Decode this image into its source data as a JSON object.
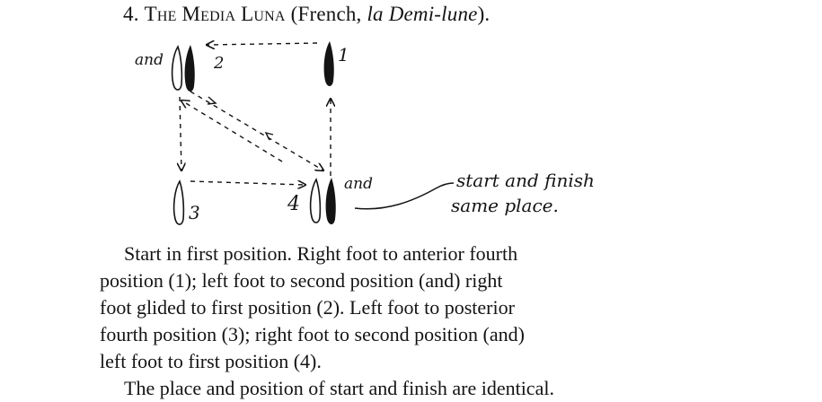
{
  "heading": {
    "number": "4.",
    "title_sc": "The Media Luna",
    "paren_open": "(French, ",
    "paren_italic": "la Demi-lune",
    "paren_close": ")."
  },
  "diagram": {
    "labels": {
      "and_left": "and",
      "pos_2": "2",
      "pos_1": "1",
      "pos_3": "3",
      "pos_4": "4",
      "and_right": "and",
      "note_line1": "start and finish",
      "note_line2": "same place."
    }
  },
  "body": {
    "lines": [
      "Start in first position.  Right foot to anterior fourth",
      "position (1); left foot to second position (and) right",
      "foot glided to first position (2).  Left foot to posterior",
      "fourth position (3); right foot to second position (and)",
      "left foot to first position (4)."
    ],
    "closing": "The place and position of start and finish are identical."
  }
}
